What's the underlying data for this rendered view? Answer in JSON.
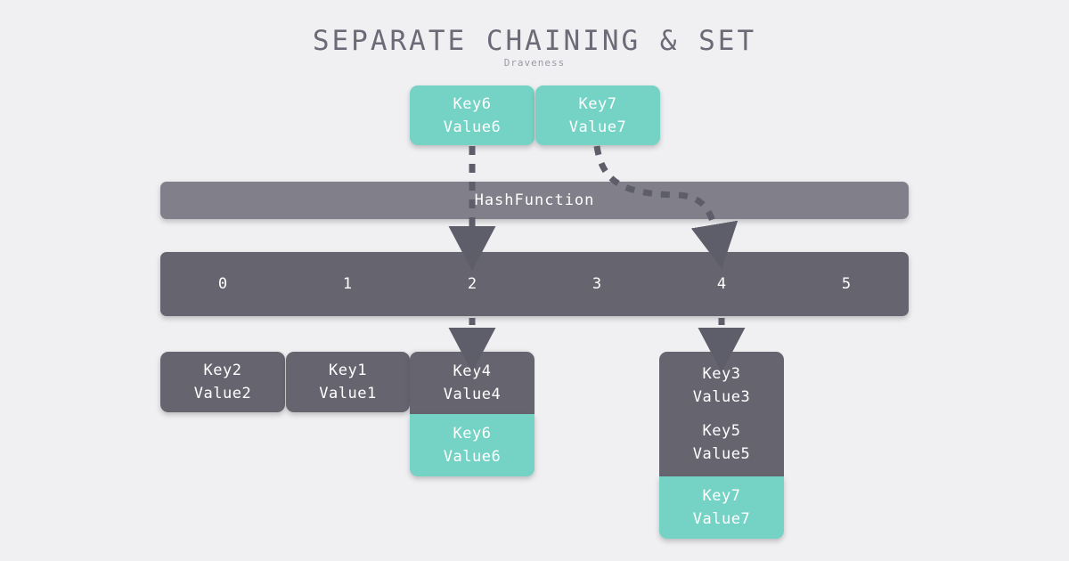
{
  "header": {
    "title": "SEPARATE CHAINING & SET",
    "subtitle": "Draveness"
  },
  "colors": {
    "background": "#f0f0f2",
    "accent_teal": "#74d3c4",
    "dark_gray": "#66656f",
    "mid_gray": "#807f8a",
    "title_text": "#6b6a77",
    "subtitle_text": "#9a9aa6",
    "arrow": "#5e5d6a"
  },
  "incoming": [
    {
      "key": "Key6",
      "value": "Value6",
      "target_bucket": "2"
    },
    {
      "key": "Key7",
      "value": "Value7",
      "target_bucket": "4"
    }
  ],
  "hash_function": {
    "label": "HashFunction"
  },
  "bucket_array": {
    "indices": [
      "0",
      "1",
      "2",
      "3",
      "4",
      "5"
    ]
  },
  "chains": [
    {
      "bucket": "0",
      "entries": [
        {
          "key": "Key2",
          "value": "Value2",
          "highlight": false
        }
      ]
    },
    {
      "bucket": "1",
      "entries": [
        {
          "key": "Key1",
          "value": "Value1",
          "highlight": false
        }
      ]
    },
    {
      "bucket": "2",
      "entries": [
        {
          "key": "Key4",
          "value": "Value4",
          "highlight": false
        },
        {
          "key": "Key6",
          "value": "Value6",
          "highlight": true
        }
      ]
    },
    {
      "bucket": "4",
      "entries": [
        {
          "key": "Key3",
          "value": "Value3",
          "highlight": false
        },
        {
          "key": "Key5",
          "value": "Value5",
          "highlight": false
        },
        {
          "key": "Key7",
          "value": "Value7",
          "highlight": true
        }
      ]
    }
  ]
}
